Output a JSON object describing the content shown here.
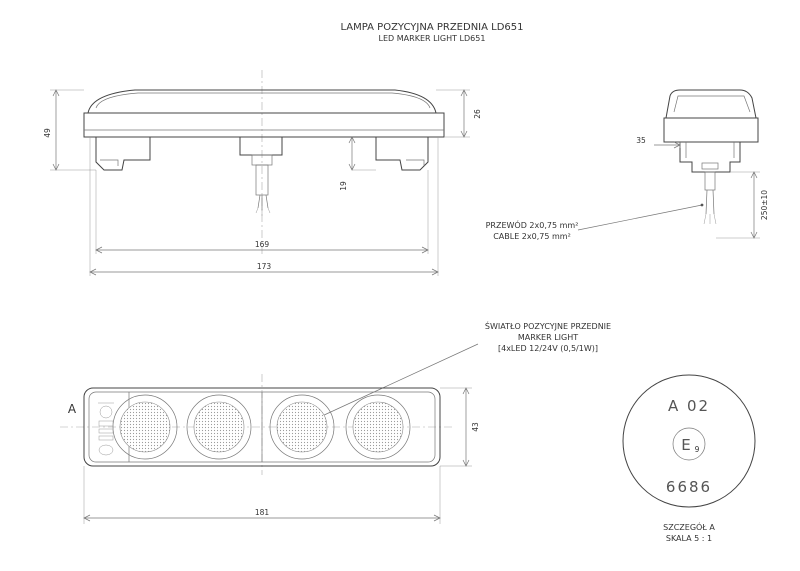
{
  "title": {
    "main": "LAMPA POZYCYJNA PRZEDNIA LD651",
    "sub": "LED MARKER LIGHT LD651"
  },
  "dimensions": {
    "height_total": "49",
    "height_body": "26",
    "mount_depth": "19",
    "inner_width": "169",
    "total_width": "173",
    "side_depth": "35",
    "cable_length": "250±10",
    "front_width": "181",
    "front_height": "43"
  },
  "notes": {
    "cable": {
      "line1": "PRZEWÓD 2x0,75 mm²",
      "line2": "CABLE 2x0,75 mm²"
    },
    "light": {
      "line1": "ŚWIATŁO POZYCYJNE PRZEDNIE",
      "line2": "MARKER LIGHT",
      "line3": "[4xLED 12/24V (0,5/1W)]"
    }
  },
  "view_label": "A",
  "detail": {
    "code": "A 02",
    "mark": "E",
    "mark_sub": "9",
    "number": "6686",
    "caption1": "SZCZEGÓŁ A",
    "caption2": "SKALA 5 : 1"
  }
}
